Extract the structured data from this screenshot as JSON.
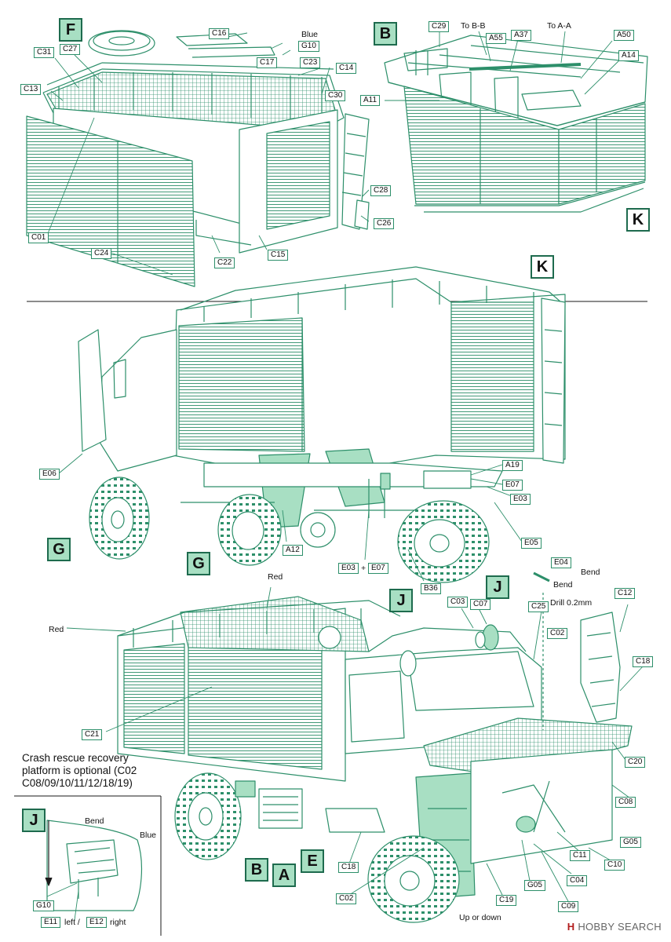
{
  "panels": {
    "F": "F",
    "B_top": "B",
    "K_corner": "K",
    "K_mid": "K",
    "G_left": "G",
    "G_mid": "G",
    "J_lower": "J",
    "J_upper": "J",
    "B_bottom": "B",
    "A_bottom": "A",
    "E_bottom": "E",
    "J_inset": "J"
  },
  "labels": {
    "f_c16": "C16",
    "f_blue": "Blue",
    "f_g10": "G10",
    "f_c17": "C17",
    "f_c31": "C31",
    "f_c27": "C27",
    "f_c23": "C23",
    "f_c14": "C14",
    "f_c13": "C13",
    "f_c30": "C30",
    "f_c28": "C28",
    "f_c26": "C26",
    "f_c01": "C01",
    "f_c24": "C24",
    "f_c22": "C22",
    "f_c15": "C15",
    "b_c29": "C29",
    "b_tobb": "To B-B",
    "b_a55": "A55",
    "b_a37": "A37",
    "b_toaa": "To A-A",
    "b_a50": "A50",
    "b_a14": "A14",
    "b_a11": "A11",
    "m_e06": "E06",
    "m_a19": "A19",
    "m_e07": "E07",
    "m_e03": "E03",
    "m_e05": "E05",
    "m_a12": "A12",
    "m_e03b": "E03",
    "m_plus": "+",
    "m_e07b": "E07",
    "m_b36": "B36",
    "l_e04": "E04",
    "l_bend1": "Bend",
    "l_bend2": "Bend",
    "l_red1": "Red",
    "l_red2": "Red",
    "l_c03": "C03",
    "l_c07": "C07",
    "l_c25": "C25",
    "l_drill": "Drill 0.2mm",
    "l_c12": "C12",
    "l_c02a": "C02",
    "l_c18a": "C18",
    "l_c21": "C21",
    "l_c20": "C20",
    "l_c08": "C08",
    "l_g05a": "G05",
    "l_c11": "C11",
    "l_c10": "C10",
    "l_c04": "C04",
    "l_g05b": "G05",
    "l_c18b": "C18",
    "l_c02b": "C02",
    "l_c19": "C19",
    "l_c09": "C09",
    "l_updown": "Up or down",
    "j_bend": "Bend",
    "j_blue": "Blue",
    "j_g10": "G10",
    "j_e11": "E11",
    "j_left": "left /",
    "j_e12": "E12",
    "j_right": "right"
  },
  "note": {
    "line1": "Crash rescue recovery",
    "line2": "platform is optional (C02",
    "line3": "C08/09/10/11/12/18/19)"
  },
  "watermark": {
    "logo": "H",
    "text": "HOBBY SEARCH"
  },
  "colors": {
    "line": "#2d8f6a",
    "fill_highlight": "#a8dfc3",
    "panel_border": "#1e6b4e"
  }
}
